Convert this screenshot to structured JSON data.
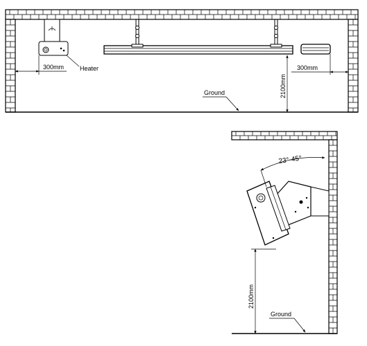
{
  "top_view": {
    "dim_left": "300mm",
    "dim_right": "300mm",
    "dim_height": "2100mm",
    "heater_label": "Heater",
    "ground_label": "Ground"
  },
  "side_view": {
    "angle_label": "23°-45°",
    "dim_height": "2100mm",
    "ground_label": "Ground"
  }
}
